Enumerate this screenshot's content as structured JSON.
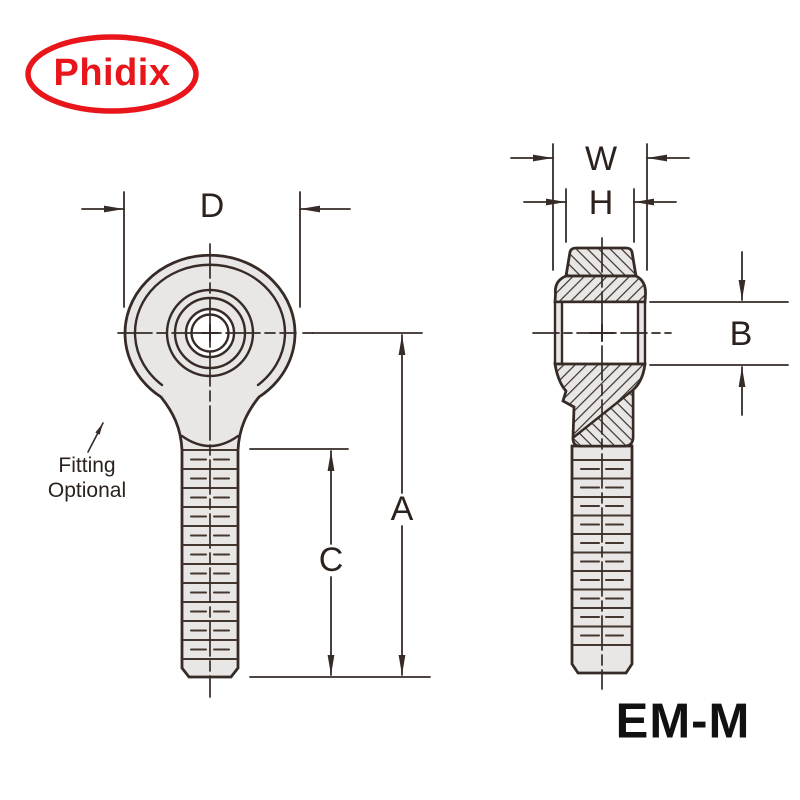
{
  "logo": {
    "text": "Phidix"
  },
  "part_label": "EM-M",
  "fitting_note": {
    "line1": "Fitting",
    "line2": "Optional"
  },
  "dimension_labels": {
    "D": "D",
    "A": "A",
    "C": "C",
    "W": "W",
    "H": "H",
    "B": "B"
  },
  "colors": {
    "logo_red": "#e8151b",
    "line": "#362b26",
    "part_fill": "#e9e7e5",
    "background": "#ffffff",
    "label_text": "#2b221e",
    "part_label_text": "#111111"
  }
}
